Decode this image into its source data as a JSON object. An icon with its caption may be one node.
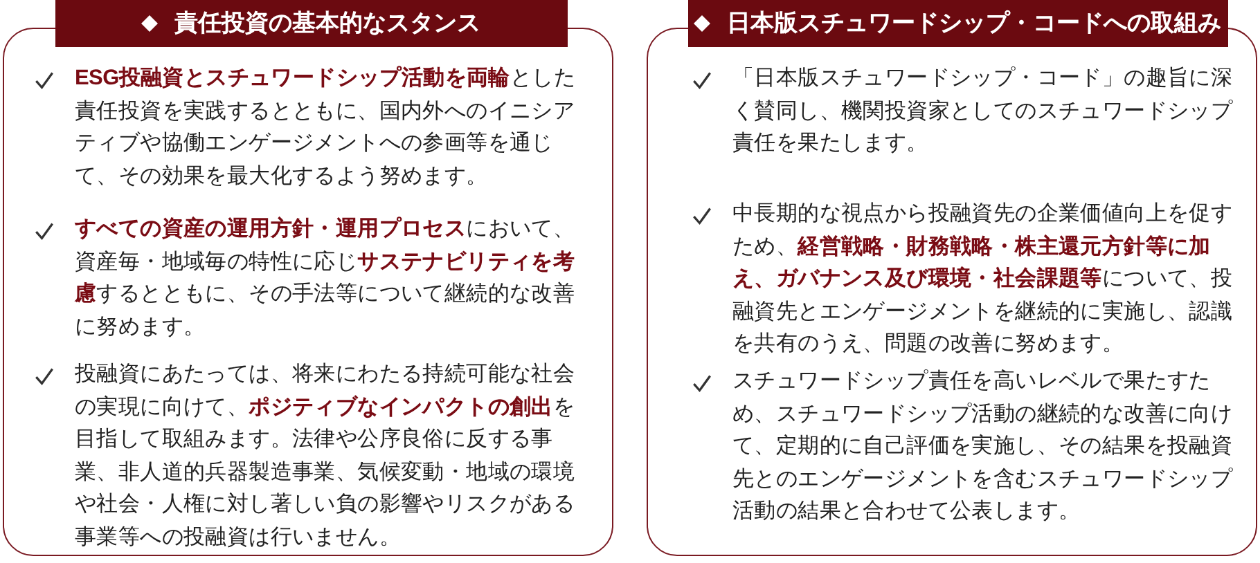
{
  "diagram": {
    "nodes": [
      {
        "text": [
          "責任投資の基本的なスタンス",
          "**ESG投融資とスチュワードシップ活動を両輪**とした責任投資を実践するとともに、国内外へのイニシアティブや協働エンゲージメントへの参画等を通じて、その効果を最大化するよう努めます。",
          "**すべての資産の運用方針・運用プロセス**において、資産毎・地域毎の特性に応じ**サステナビリティを考慮**するとともに、その手法等について継続的な改善に努めます。",
          "投融資にあたっては、将来にわたる持続可能な社会の実現に向けて、**ポジティブなインパクトの創出**を目指して取組みます。法律や公序良俗に反する事業、非人道的兵器製造事業、気候変動・地域の環境や社会・人権に対し著しい負の影響やリスクがある事業等への投融資は行いません。"
        ]
      },
      {
        "text": [
          "日本版スチュワードシップ・コードへの取組み",
          "「日本版スチュワードシップ・コード」の趣旨に深く賛同し、機関投資家としてのスチュワードシップ責任を果たします。",
          "中長期的な視点から投融資先の企業価値向上を促すため、**経営戦略・財務戦略・株主還元方針等に加え、ガバナンス及び環境・社会課題等**について、投融資先とエンゲージメントを継続的に実施し、認識を共有のうえ、問題の改善に努めます。",
          "スチュワードシップ責任を高いレベルで果たすため、スチュワードシップ活動の継続的な改善に向けて、定期的に自己評価を実施し、その結果を投融資先とのエンゲージメントを含むスチュワードシップ活動の結果と合わせて公表します。"
        ]
      }
    ]
  }
}
